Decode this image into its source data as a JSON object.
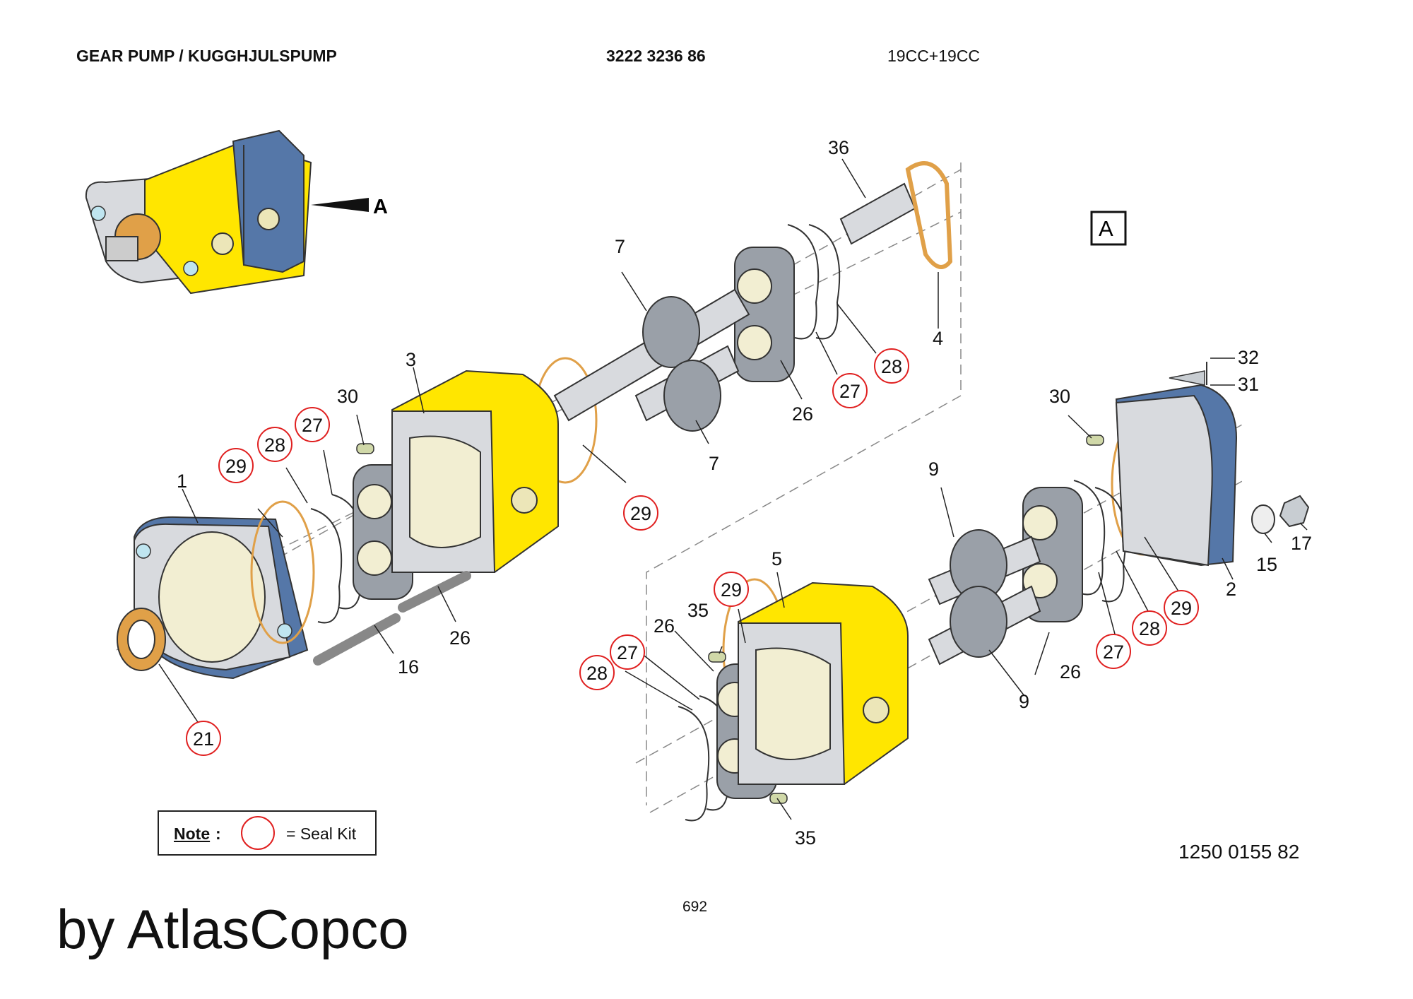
{
  "header": {
    "title": "GEAR PUMP / KUGGHJULSPUMP",
    "part_number": "3222 3236 86",
    "size": "19CC+19CC"
  },
  "view_marker": "A",
  "detail_label": "A",
  "callouts": {
    "c1": "1",
    "c2": "2",
    "c3": "3",
    "c4": "4",
    "c5": "5",
    "c7a": "7",
    "c7b": "7",
    "c9a": "9",
    "c9b": "9",
    "c15": "15",
    "c16": "16",
    "c17": "17",
    "c26a": "26",
    "c26b": "26",
    "c26c": "26",
    "c26d": "26",
    "c30a": "30",
    "c30b": "30",
    "c31": "31",
    "c32": "32",
    "c35a": "35",
    "c35b": "35",
    "c36": "36"
  },
  "seal_callouts": {
    "s21": "21",
    "s27a": "27",
    "s27b": "27",
    "s27c": "27",
    "s27d": "27",
    "s28a": "28",
    "s28b": "28",
    "s28c": "28",
    "s28d": "28",
    "s29a": "29",
    "s29b": "29",
    "s29c": "29",
    "s29d": "29"
  },
  "note": {
    "label": "Note",
    "colon": ":",
    "text": "= Seal Kit"
  },
  "drawing_number": "1250 0155 82",
  "page_number": "692",
  "footer": "by AtlasCopco",
  "colors": {
    "housing_yellow": "#ffe600",
    "flange_blue": "#5577a8",
    "seal_orange": "#e0a048",
    "seal_circle_red": "#e02020"
  }
}
